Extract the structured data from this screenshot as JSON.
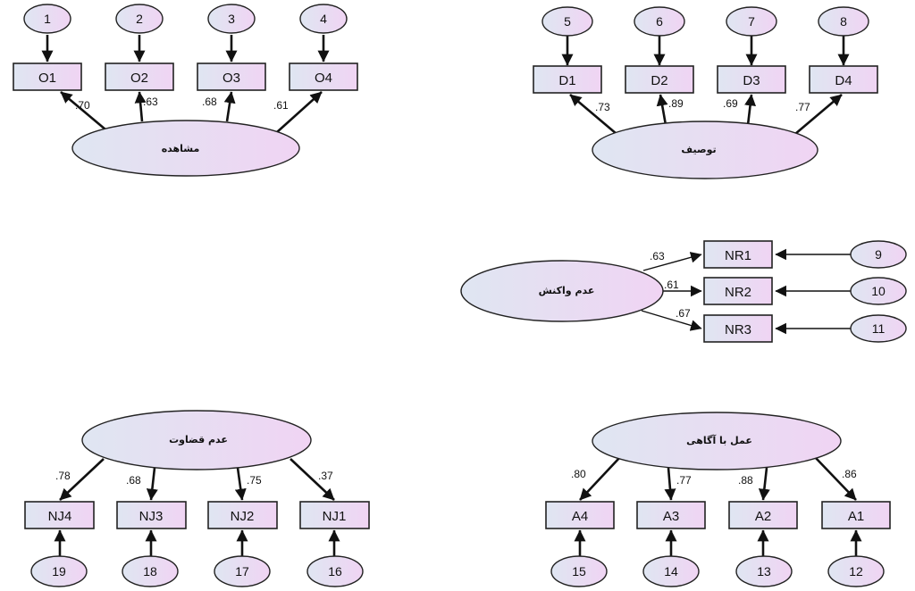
{
  "colors": {
    "fill_left": "#dfe6f2",
    "fill_right": "#f0d4f3",
    "stroke": "#222222"
  },
  "latents": {
    "observation": "مشاهده",
    "description": "توصیف",
    "non_reactivity": "عدم واکنش",
    "non_judging": "عدم قضاوت",
    "acting_awareness": "عمل با آگاهی"
  },
  "indicators": {
    "O1": "O1",
    "O2": "O2",
    "O3": "O3",
    "O4": "O4",
    "D1": "D1",
    "D2": "D2",
    "D3": "D3",
    "D4": "D4",
    "NR1": "NR1",
    "NR2": "NR2",
    "NR3": "NR3",
    "NJ1": "NJ1",
    "NJ2": "NJ2",
    "NJ3": "NJ3",
    "NJ4": "NJ4",
    "A1": "A1",
    "A2": "A2",
    "A3": "A3",
    "A4": "A4"
  },
  "errors": {
    "e1": "1",
    "e2": "2",
    "e3": "3",
    "e4": "4",
    "e5": "5",
    "e6": "6",
    "e7": "7",
    "e8": "8",
    "e9": "9",
    "e10": "10",
    "e11": "11",
    "e12": "12",
    "e13": "13",
    "e14": "14",
    "e15": "15",
    "e16": "16",
    "e17": "17",
    "e18": "18",
    "e19": "19"
  },
  "loadings": {
    "O1": ".70",
    "O2": ".63",
    "O3": ".68",
    "O4": ".61",
    "D1": ".73",
    "D2": ".89",
    "D3": ".69",
    "D4": ".77",
    "NR1": ".63",
    "NR2": ".61",
    "NR3": ".67",
    "NJ4": ".78",
    "NJ3": ".68",
    "NJ2": ".75",
    "NJ1": ".37",
    "A4": ".80",
    "A3": ".77",
    "A2": ".88",
    "A1": ".86"
  }
}
